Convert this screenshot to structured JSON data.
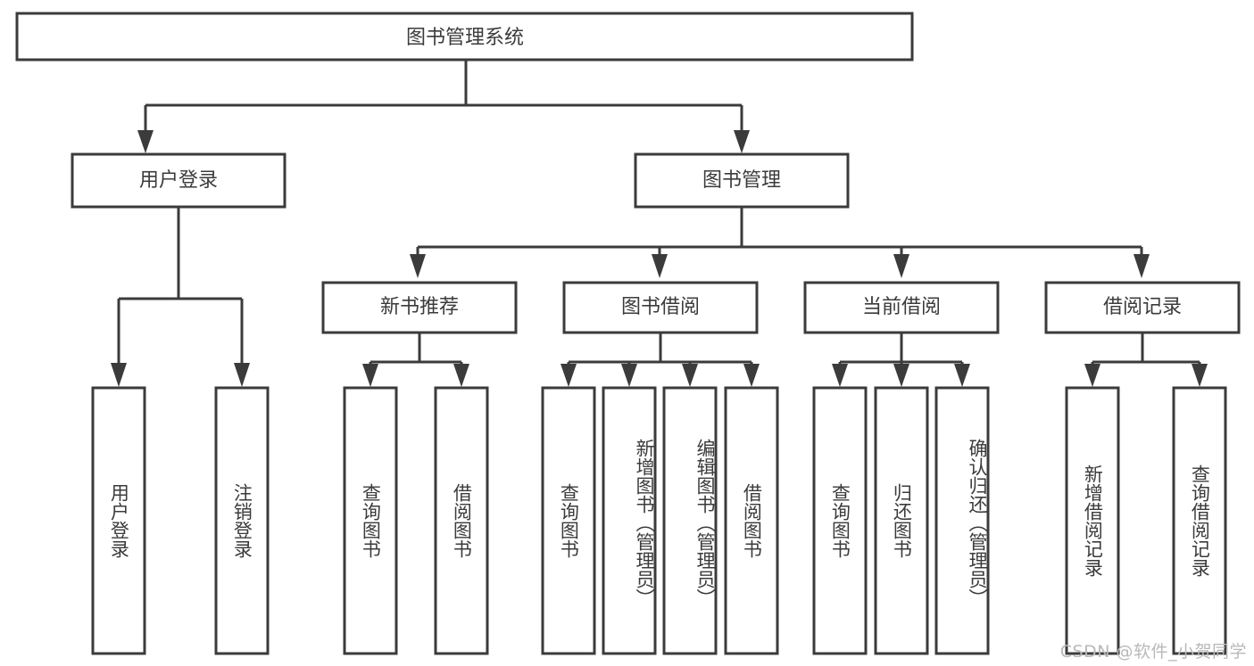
{
  "diagram": {
    "type": "tree",
    "title": "图书管理系统",
    "orientation": "top-down",
    "colors": {
      "line": "#3b3b3b",
      "box_fill": "#ffffff",
      "text": "#3b3b3b",
      "watermark": "#b9b9b9",
      "background": "#ffffff"
    },
    "root": {
      "label": "图书管理系统"
    },
    "level1": [
      {
        "label": "用户登录"
      },
      {
        "label": "图书管理"
      }
    ],
    "level2": [
      {
        "label": "新书推荐"
      },
      {
        "label": "图书借阅"
      },
      {
        "label": "当前借阅"
      },
      {
        "label": "借阅记录"
      }
    ],
    "leaves": {
      "user_login": [
        {
          "label": "用户登录"
        },
        {
          "label": "注销登录"
        }
      ],
      "new_book_recommend": [
        {
          "label": "查询图书"
        },
        {
          "label": "借阅图书"
        }
      ],
      "book_borrow": [
        {
          "label": "查询图书"
        },
        {
          "label": "新增图书（管理员）"
        },
        {
          "label": "编辑图书（管理员）"
        },
        {
          "label": "借阅图书"
        }
      ],
      "current_borrow": [
        {
          "label": "查询图书"
        },
        {
          "label": "归还图书"
        },
        {
          "label": "确认归还（管理员）"
        }
      ],
      "borrow_record": [
        {
          "label": "新增借阅记录"
        },
        {
          "label": "查询借阅记录"
        }
      ]
    }
  },
  "watermark": {
    "text": "CSDN @软件_小贺同学"
  }
}
